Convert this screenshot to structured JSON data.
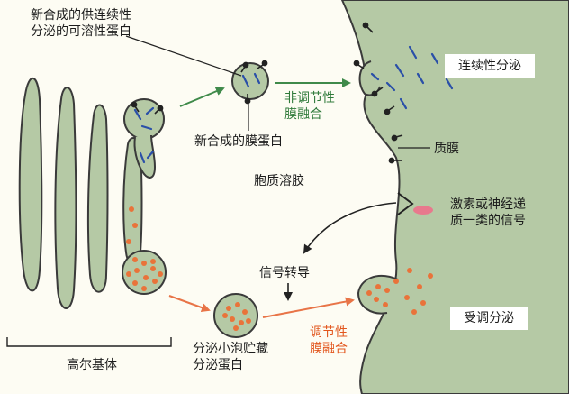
{
  "labels": {
    "new_soluble_protein": [
      "新合成的供连续性",
      "分泌的可溶性蛋白"
    ],
    "nonregulated_fusion": [
      "非调节性",
      "膜融合"
    ],
    "new_membrane_protein": "新合成的膜蛋白",
    "plasma_membrane": "质膜",
    "cytosol": "胞质溶胶",
    "signal": [
      "激素或神经递",
      "质一类的信号"
    ],
    "signal_transduction": "信号转导",
    "storage_vesicle": [
      "分泌小泡贮藏",
      "分泌蛋白"
    ],
    "regulated_fusion": [
      "调节性",
      "膜融合"
    ],
    "golgi": "高尔基体",
    "constitutive_box": "连续性分泌",
    "regulated_box": "受调分泌"
  },
  "colors": {
    "cell_fill": "#b5c9a5",
    "outline": "#3a3a3a",
    "blue_cargo": "#2a4fa8",
    "orange_granule": "#e9733a",
    "green_arrow": "#3f8a4a",
    "orange_arrow": "#e87447",
    "signal_pink": "#e8798d",
    "page_bg": "#fdfcf3"
  },
  "icons": {
    "membrane_protein": "lollipop-dot",
    "signal_molecule": "pink-ellipse"
  }
}
